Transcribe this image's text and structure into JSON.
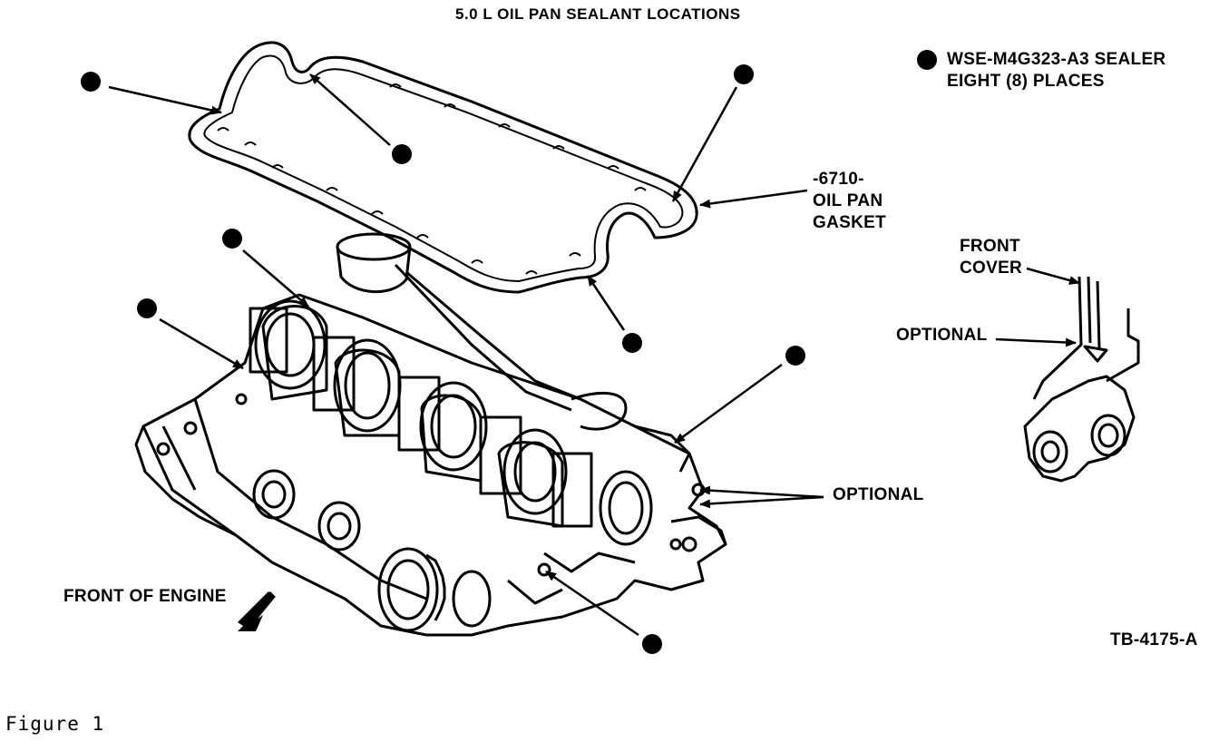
{
  "title": "5.0 L OIL PAN SEALANT LOCATIONS",
  "legend": {
    "line1": "WSE-M4G323-A3 SEALER",
    "line2": "EIGHT (8) PLACES"
  },
  "gasket_callout": {
    "line1": "-6710-",
    "line2": "OIL PAN",
    "line3": "GASKET"
  },
  "front_cover_callout": {
    "line1": "FRONT",
    "line2": "COVER"
  },
  "optional_label_detail": "OPTIONAL",
  "optional_label_main": "OPTIONAL",
  "front_of_engine": "FRONT OF ENGINE",
  "part_code": "TB-4175-A",
  "figure_caption": "Figure  1"
}
